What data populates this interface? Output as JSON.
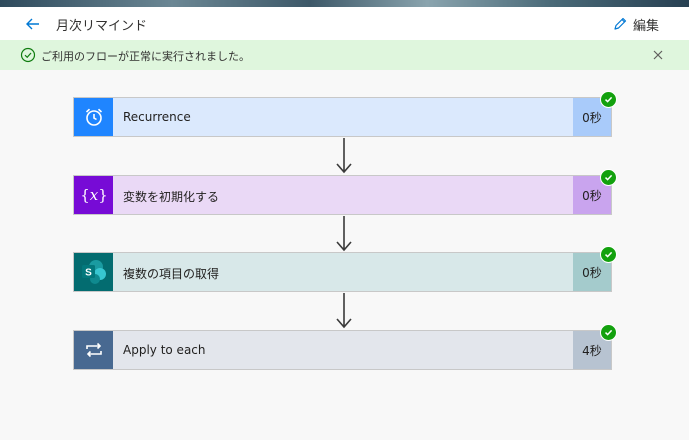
{
  "header": {
    "title": "月次リマインド",
    "edit_label": "編集"
  },
  "banner": {
    "message": "ご利用のフローが正常に実行されました。"
  },
  "steps": [
    {
      "label": "Recurrence",
      "duration": "0秒",
      "icon": "alarm-clock-icon",
      "color": "#1f85ff"
    },
    {
      "label": "変数を初期化する",
      "duration": "0秒",
      "icon": "variable-icon",
      "color": "#770bd6"
    },
    {
      "label": "複数の項目の取得",
      "duration": "0秒",
      "icon": "sharepoint-icon",
      "color": "#036c70"
    },
    {
      "label": "Apply to each",
      "duration": "4秒",
      "icon": "loop-icon",
      "color": "#486991"
    }
  ],
  "status": {
    "success_color": "#13a10e",
    "banner_color": "#dff6dd"
  }
}
